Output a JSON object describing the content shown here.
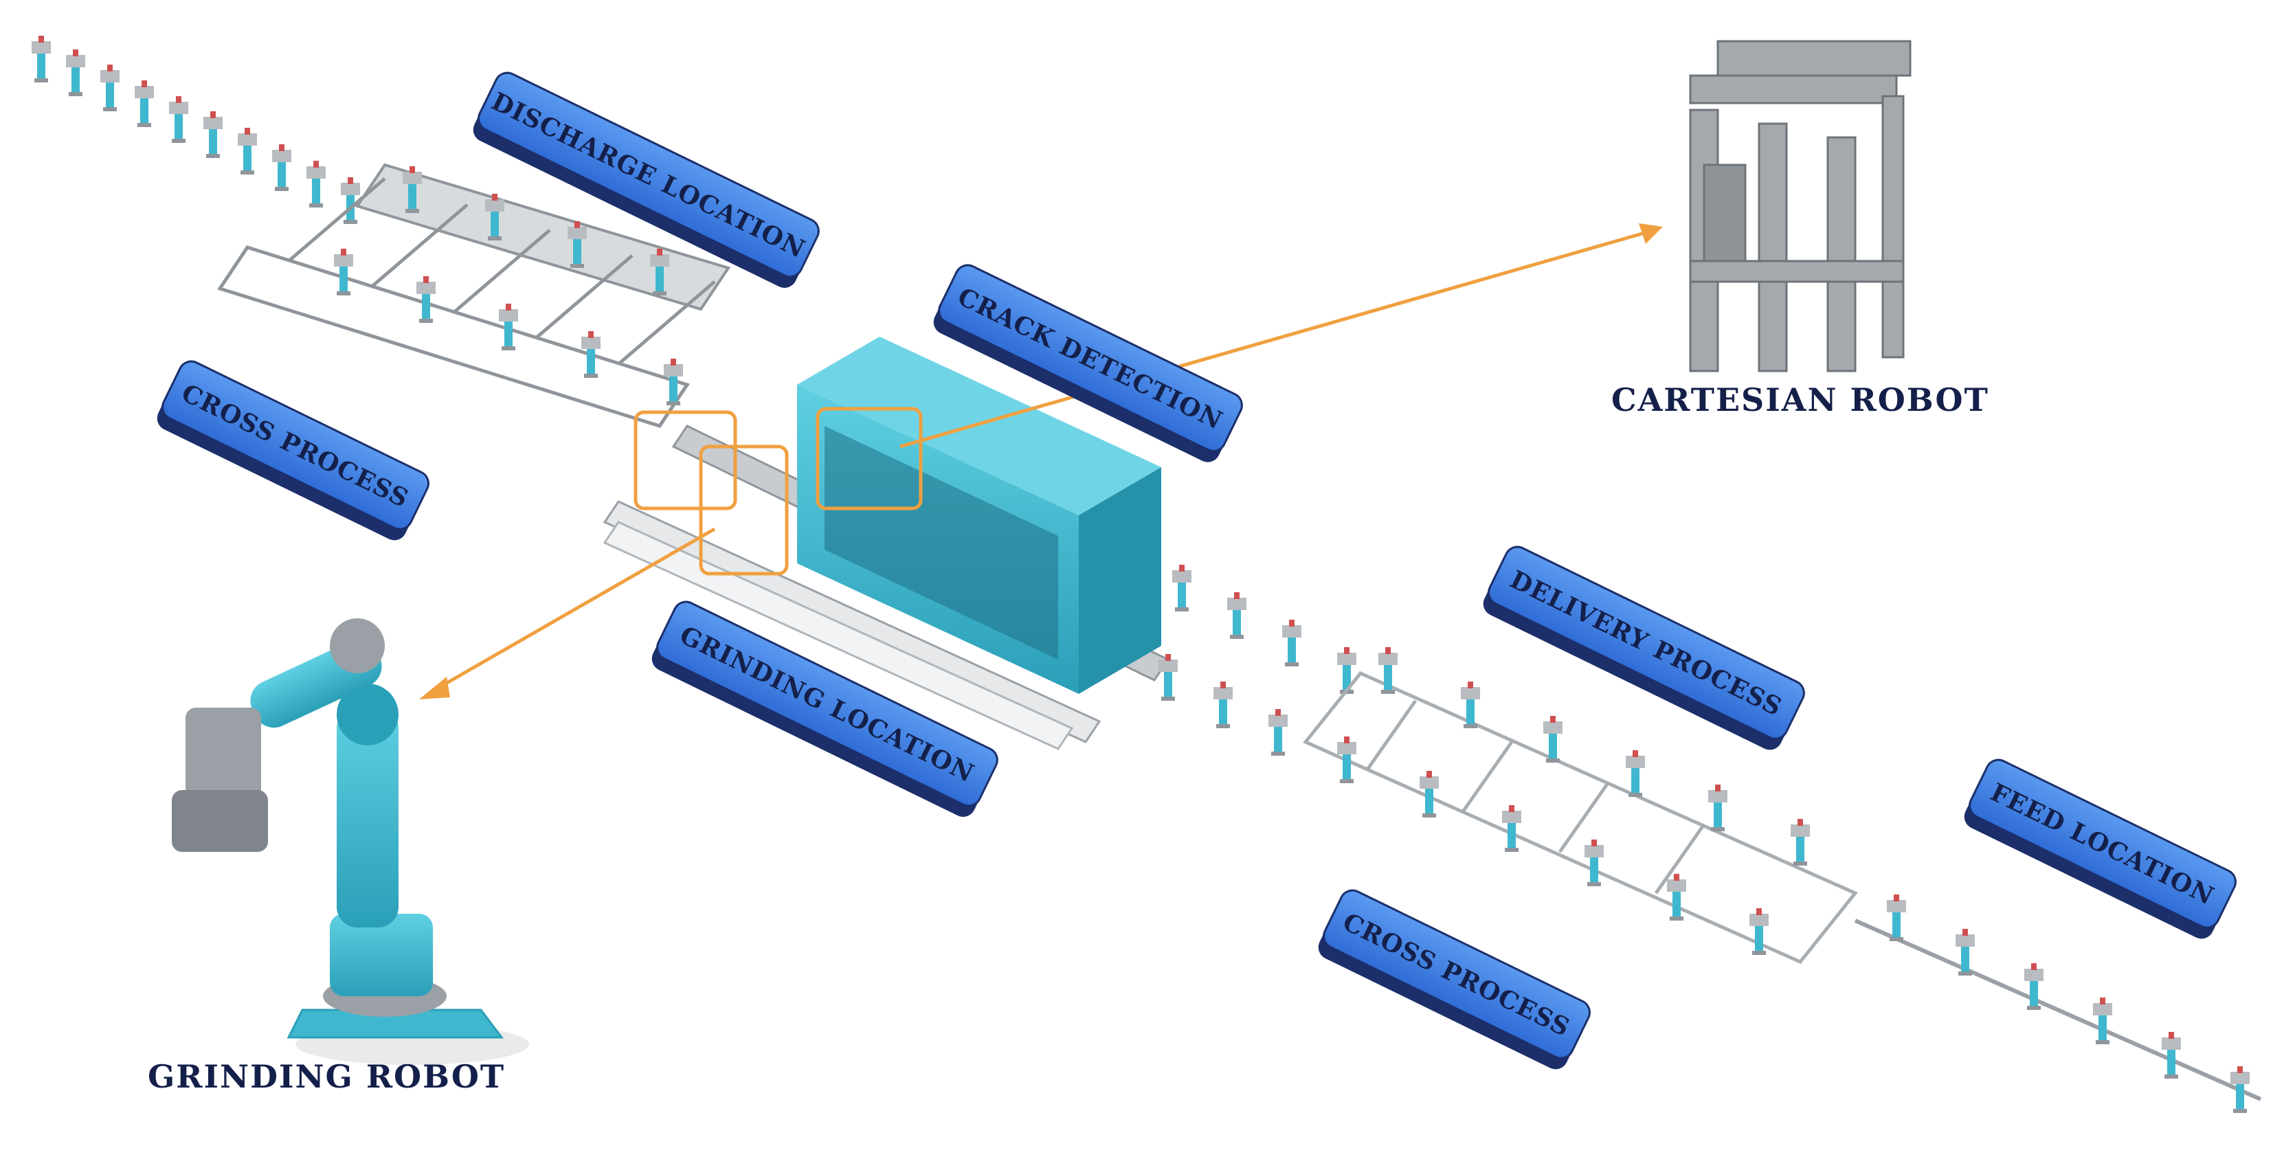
{
  "labels": {
    "discharge_location": "DISCHARGE LOCATION",
    "cross_process_left": "CROSS PROCESS",
    "crack_detection": "CRACK DETECTION",
    "grinding_location": "GRINDING LOCATION",
    "delivery_process": "DELIVERY PROCESS",
    "cross_process_right": "CROSS PROCESS",
    "feed_location": "FEED LOCATION"
  },
  "captions": {
    "cartesian_robot": "CARTESIAN ROBOT",
    "grinding_robot": "GRINDING ROBOT"
  },
  "colors": {
    "label_blue": "#3d7fe6",
    "label_shadow": "#1c2f6b",
    "machine_teal": "#3fb8cf",
    "steel_gray": "#9aa0a6",
    "arrow_orange": "#f0a040",
    "text_navy": "#14204a"
  }
}
